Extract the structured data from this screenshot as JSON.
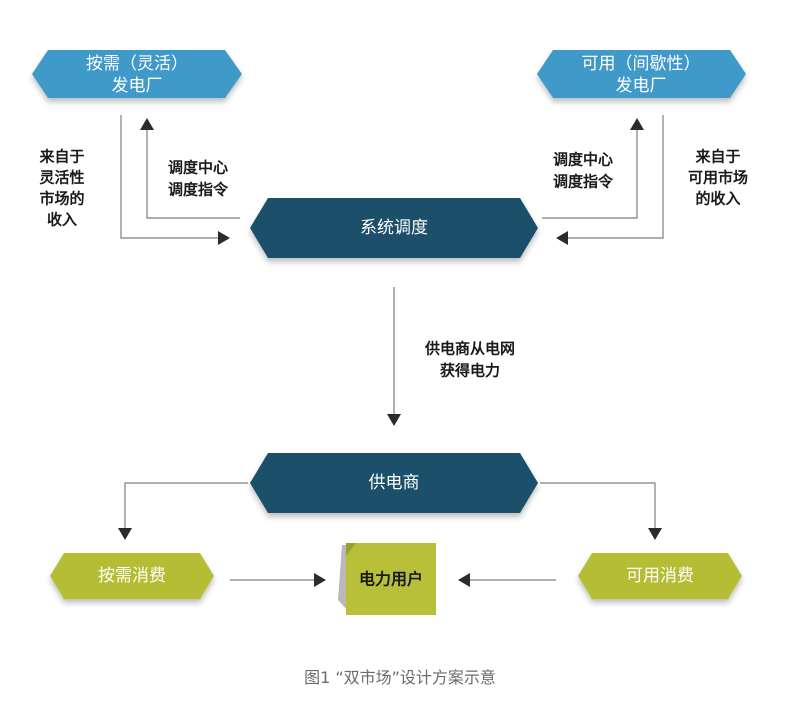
{
  "nodes": {
    "flex_plant": {
      "line1": "按需（灵活）",
      "line2": "发电厂"
    },
    "avail_plant": {
      "line1": "可用（间歇性）",
      "line2": "发电厂"
    },
    "dispatch": "系统调度",
    "supplier": "供电商",
    "ondemand_consumption": "按需消费",
    "available_consumption": "可用消费",
    "user": "电力用户"
  },
  "labels": {
    "flex_income": [
      "来自于",
      "灵活性",
      "市场的",
      "收入"
    ],
    "dispatch_cmd_left": [
      "调度中心",
      "调度指令"
    ],
    "dispatch_cmd_right": [
      "调度中心",
      "调度指令"
    ],
    "avail_income": [
      "来自于",
      "可用市场",
      "的收入"
    ],
    "supplier_grid": [
      "供电商从电网",
      "获得电力"
    ]
  },
  "caption": "图1 “双市场”设计方案示意",
  "colors": {
    "light_blue": "#3f9ac9",
    "dark_teal": "#1f4f6a",
    "olive": "#b5bd36",
    "user_box": "#b8bf38"
  }
}
